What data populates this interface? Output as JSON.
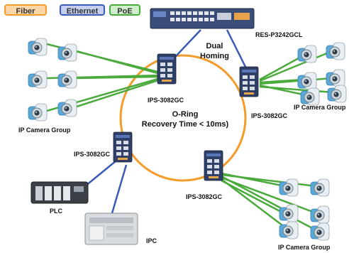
{
  "legend": {
    "fiber": "Fiber",
    "ethernet": "Ethernet",
    "poe": "PoE"
  },
  "colors": {
    "fiber": "#f39c2a",
    "ethernet": "#3b5ab5",
    "poe": "#4aaa3c",
    "fiber_chip_bg": "#fbd7a8",
    "ethernet_chip_bg": "#c7cff0",
    "poe_chip_bg": "#cfeecb"
  },
  "core_switch": {
    "label": "RES-P3242GCL"
  },
  "uplink": {
    "line1": "Dual",
    "line2": "Homing"
  },
  "ring": {
    "line1": "O-Ring",
    "line2": "Recovery Time < 10ms)"
  },
  "switches": {
    "top_left": "IPS-3082GC",
    "right": "IPS-3082GC",
    "left": "IPS-3082GC",
    "bottom": "IPS-3082GC"
  },
  "camera_groups": {
    "left": "IP Camera Group",
    "right": "IP Camera Group",
    "bottom": "IP Camera Group"
  },
  "devices": {
    "plc": "PLC",
    "ipc": "IPC"
  }
}
